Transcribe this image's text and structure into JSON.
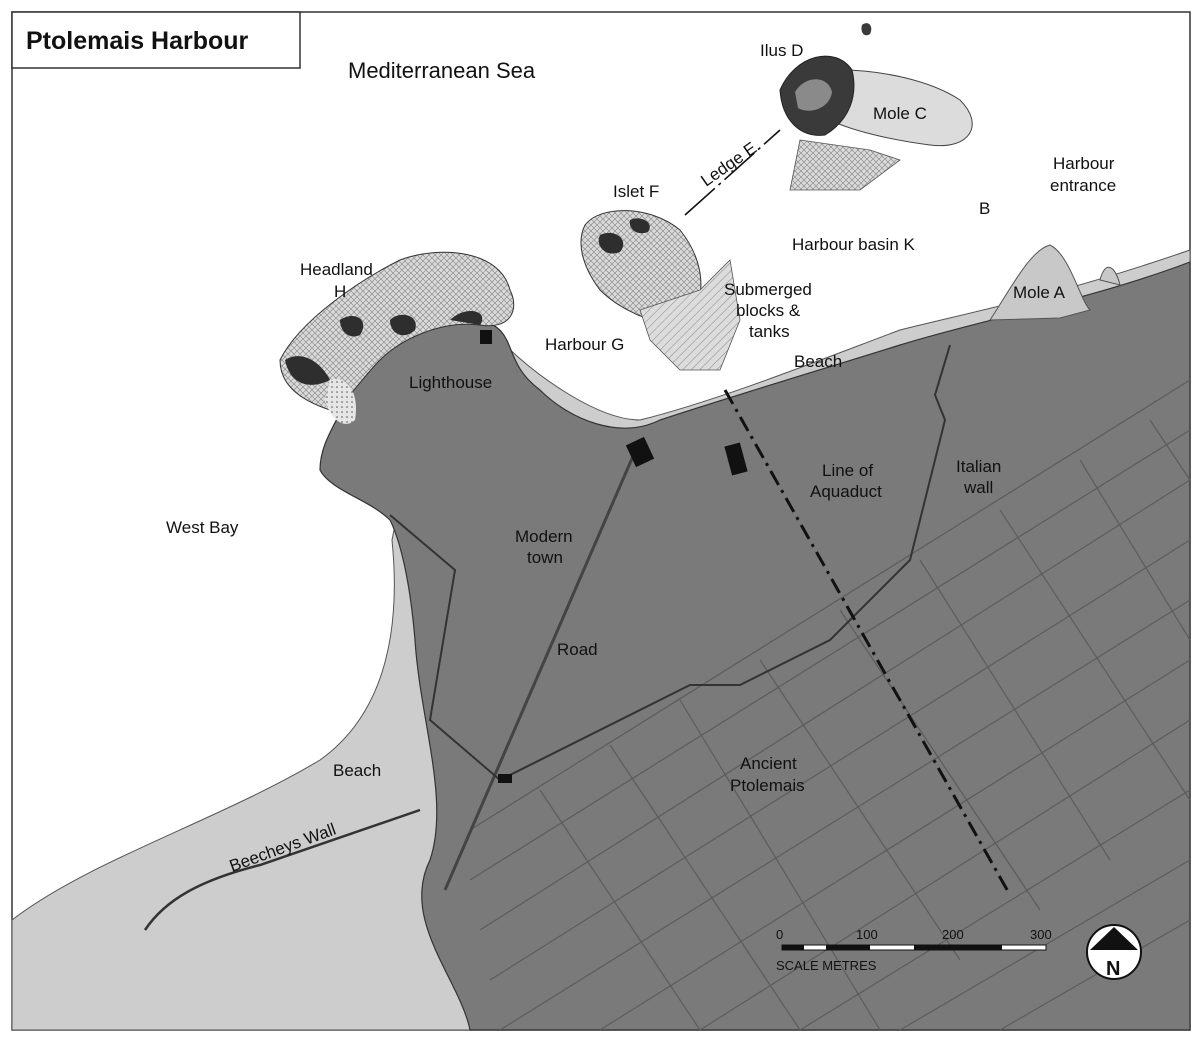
{
  "title": "Ptolemais Harbour",
  "labels": {
    "sea": "Mediterranean Sea",
    "ilus_d": "Ilus D",
    "mole_c": "Mole C",
    "ledge_e": "Ledge E",
    "islet_f": "Islet F",
    "harbour_entrance_1": "Harbour",
    "harbour_entrance_2": "entrance",
    "b": "B",
    "harbour_basin": "Harbour basin K",
    "headland_1": "Headland",
    "headland_2": "H",
    "submerged_1": "Submerged",
    "submerged_2": "blocks &",
    "submerged_3": "tanks",
    "mole_a": "Mole A",
    "harbour_g": "Harbour G",
    "lighthouse": "Lighthouse",
    "beach_north": "Beach",
    "line_of_1": "Line of",
    "line_of_2": "Aquaduct",
    "italian_1": "Italian",
    "italian_2": "wall",
    "west_bay": "West Bay",
    "modern_1": "Modern",
    "modern_2": "town",
    "road": "Road",
    "beach_west": "Beach",
    "ancient_1": "Ancient",
    "ancient_2": "Ptolemais",
    "beecheys": "Beecheys Wall"
  },
  "scale_bar": {
    "ticks": [
      "0",
      "100",
      "200",
      "300"
    ],
    "label": "SCALE METRES"
  },
  "north_arrow": {
    "label": "N"
  },
  "colors": {
    "sea": "#ffffff",
    "land": "#7a7a7a",
    "beach": "#cfcfcf",
    "hatched_rock": "#d8d8d8",
    "dark_rock": "#3a3a3a"
  }
}
